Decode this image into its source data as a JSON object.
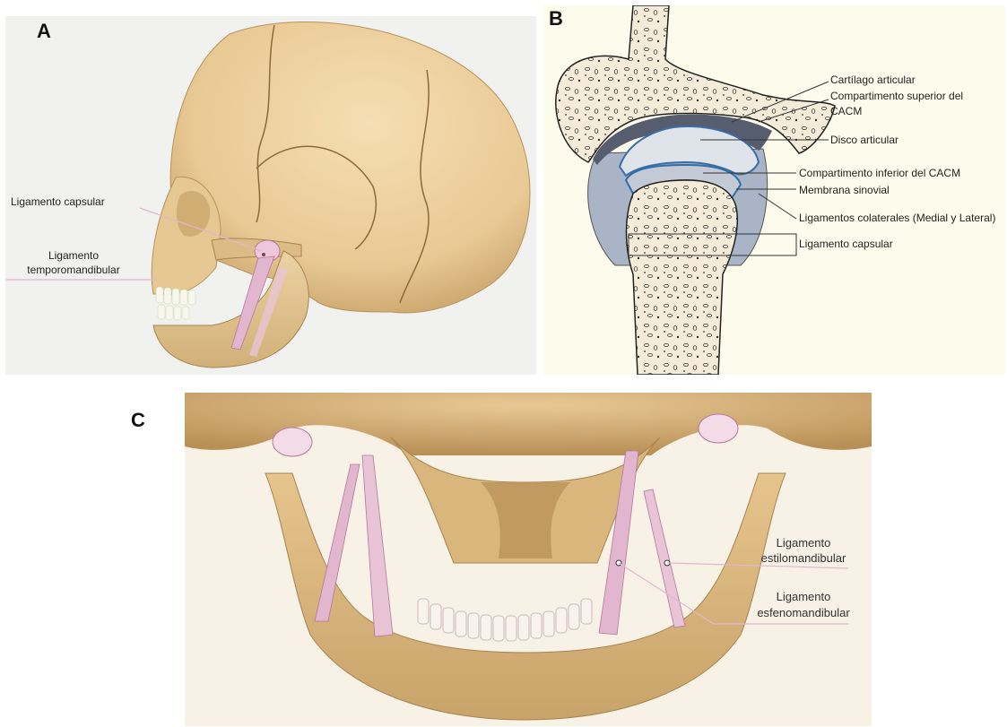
{
  "panel_a": {
    "letter": "A",
    "labels": {
      "capsular": "Ligamento capsular",
      "tm_line1": "Ligamento",
      "tm_line2": "temporomandibular"
    }
  },
  "panel_b": {
    "letter": "B",
    "labels": {
      "cartilago": "Cartílago articular",
      "comp_sup_1": "Compartimento superior del",
      "comp_sup_2": "CACM",
      "disco": "Disco articular",
      "comp_inf": "Compartimento inferior del CACM",
      "membrana": "Membrana sinovial",
      "colaterales": "Ligamentos colaterales (Medial y Lateral)",
      "capsular": "Ligamento capsular"
    }
  },
  "panel_c": {
    "letter": "C",
    "labels": {
      "estilo_1": "Ligamento",
      "estilo_2": "estilomandibular",
      "esfeno_1": "Ligamento",
      "esfeno_2": "esfenomandibular"
    }
  },
  "colors": {
    "bone": "#e8cc9a",
    "bone_shadow": "#c9a66b",
    "ligament": "#e3b6cf",
    "cartilage": "#cfd7e6",
    "synovial": "#2f6ea8"
  }
}
